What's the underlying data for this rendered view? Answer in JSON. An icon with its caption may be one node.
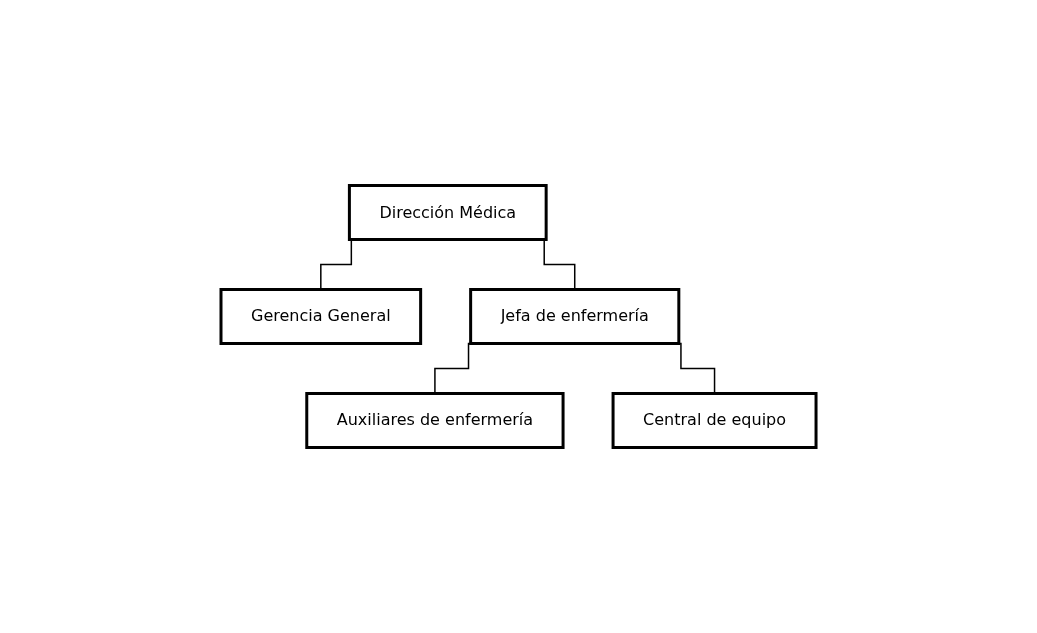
{
  "diagram": {
    "nodes": [
      {
        "text": [
          "Dirección Médica"
        ]
      },
      {
        "text": [
          "Gerencia General"
        ]
      },
      {
        "text": [
          "Jefa de enfermería"
        ]
      },
      {
        "text": [
          "Auxiliares de enfermería"
        ]
      },
      {
        "text": [
          "Central de equipo"
        ]
      }
    ],
    "edges": [
      {
        "from": 0,
        "to": 1,
        "arrow": "none"
      },
      {
        "from": 0,
        "to": 2,
        "arrow": "none"
      },
      {
        "from": 2,
        "to": 3,
        "arrow": "none"
      },
      {
        "from": 2,
        "to": 4,
        "arrow": "none"
      }
    ]
  }
}
